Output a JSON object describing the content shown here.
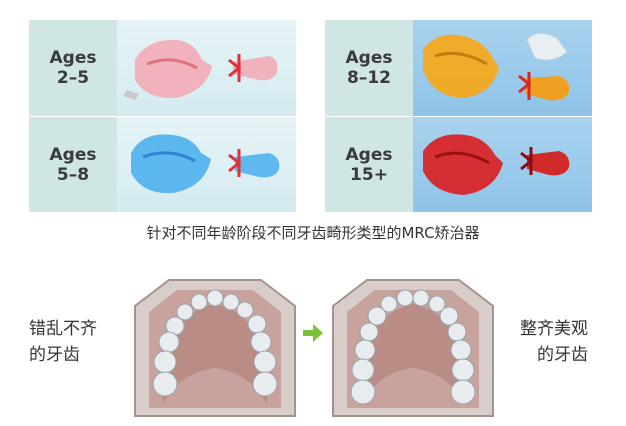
{
  "panels": {
    "left": {
      "rows": [
        {
          "label": "Ages\n2–5",
          "appliance_color": "#f08a9a"
        },
        {
          "label": "Ages\n5–8",
          "appliance_color": "#3fa3e6"
        }
      ]
    },
    "right": {
      "rows": [
        {
          "label": "Ages\n8–12",
          "appliance_color": "#f2a31c"
        },
        {
          "label": "Ages\n15+",
          "appliance_color": "#d8252a"
        }
      ]
    }
  },
  "caption": "针对不同年龄阶段不同牙齿畸形类型的MRC矫治器",
  "before_text": "错乱不齐\n的牙齿",
  "after_text": "整齐美观\n的牙齿",
  "colors": {
    "arrow": "#7ac23c",
    "frame": "#b9a9a4",
    "gum": "#d7a9a4"
  },
  "icons": {
    "arrow": "arrow-right-icon"
  }
}
